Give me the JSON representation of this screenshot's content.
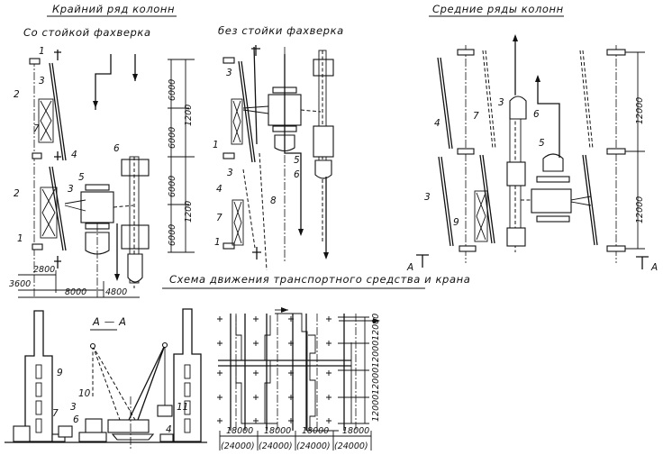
{
  "headings": {
    "edge_rows": "Крайний ряд колонн",
    "with_post": "Со стойкой фахверка",
    "without_post": "без стойки фахверка",
    "middle_rows": "Средние ряды колонн",
    "movement_scheme": "Схема движения транспортного средства и крана",
    "section": "А — А"
  },
  "section_marks": {
    "left": "А",
    "right": "А"
  },
  "left_plan": {
    "labels": [
      "1",
      "2",
      "3",
      "7",
      "4",
      "5",
      "6",
      "3",
      "2",
      "1"
    ],
    "dims_vertical": [
      "6000",
      "6000",
      "6000",
      "6000"
    ],
    "dims_total": [
      "1200",
      "1200"
    ],
    "dims_horizontal": [
      "2800",
      "3600",
      "8000",
      "4800"
    ]
  },
  "middle_plan": {
    "labels": [
      "3",
      "5",
      "6",
      "1",
      "3",
      "8",
      "4",
      "7",
      "1"
    ]
  },
  "right_plan": {
    "labels": [
      "4",
      "7",
      "3",
      "6",
      "5",
      "3",
      "9"
    ],
    "dims_vertical": [
      "12000",
      "12000"
    ]
  },
  "section_view": {
    "labels": [
      "9",
      "10",
      "3",
      "7",
      "6",
      "11",
      "4"
    ]
  },
  "scheme": {
    "dims_vertical": [
      "12000",
      "12000",
      "12000",
      "12000"
    ],
    "dims_horizontal": [
      "18000",
      "18000",
      "18000",
      "18000"
    ],
    "dims_horizontal_alt": [
      "(24000)",
      "(24000)",
      "(24000)",
      "(24000)"
    ]
  }
}
